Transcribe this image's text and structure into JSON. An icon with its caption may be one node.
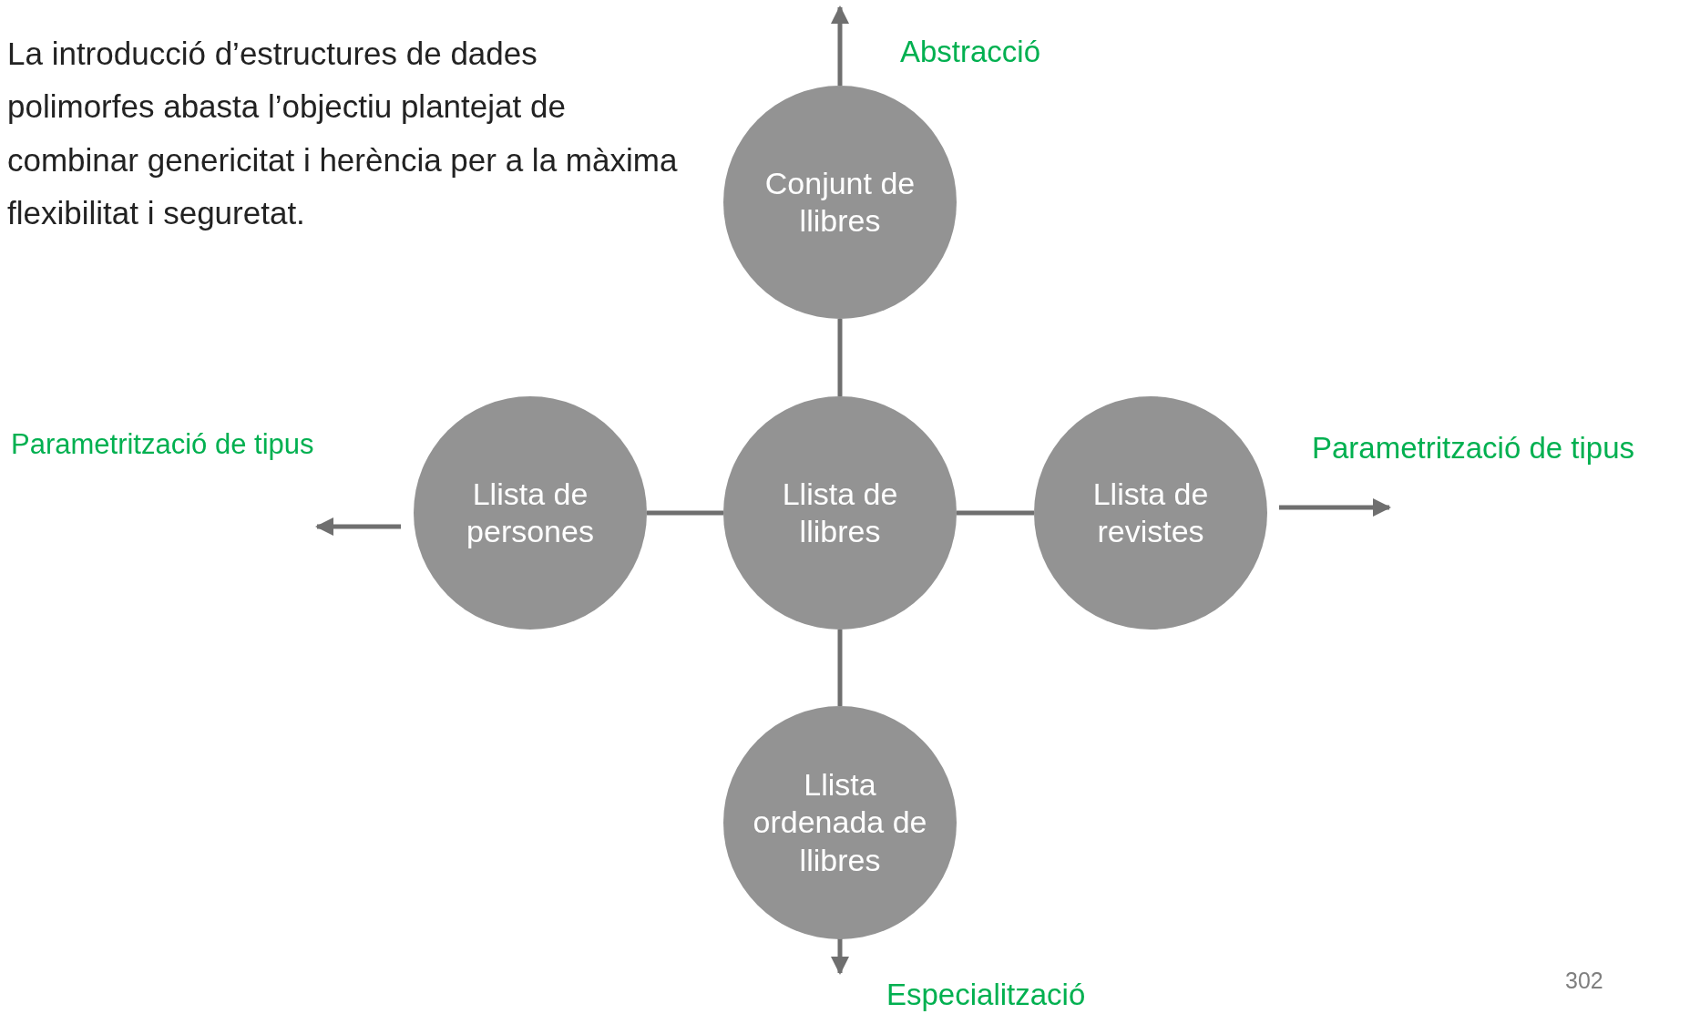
{
  "diagram": {
    "nodes": [
      {
        "text": [
          "Conjunt de llibres"
        ]
      },
      {
        "text": [
          "Llista de persones"
        ]
      },
      {
        "text": [
          "Llista de llibres"
        ]
      },
      {
        "text": [
          "Llista de revistes"
        ]
      },
      {
        "text": [
          "Llista ordenada de llibres"
        ]
      }
    ],
    "edges": [
      {
        "from": 2,
        "to": 0,
        "arrow": "none"
      },
      {
        "from": 2,
        "to": 1,
        "arrow": "none"
      },
      {
        "from": 2,
        "to": 3,
        "arrow": "none"
      },
      {
        "from": 2,
        "to": 4,
        "arrow": "none"
      },
      {
        "from": 0,
        "to": null,
        "arrow": "to"
      },
      {
        "from": 1,
        "to": null,
        "arrow": "to"
      },
      {
        "from": 3,
        "to": null,
        "arrow": "to"
      },
      {
        "from": 4,
        "to": null,
        "arrow": "to"
      }
    ],
    "labels": [
      "La introducció d’estructures de dades polimorfes abasta l’objectiu plantejat de combinar genericitat i herència per a la màxima flexibilitat i seguretat.",
      "Abstracció",
      "Parametrització de tipus",
      "Parametrització de tipus",
      "Especialització",
      "302"
    ]
  }
}
